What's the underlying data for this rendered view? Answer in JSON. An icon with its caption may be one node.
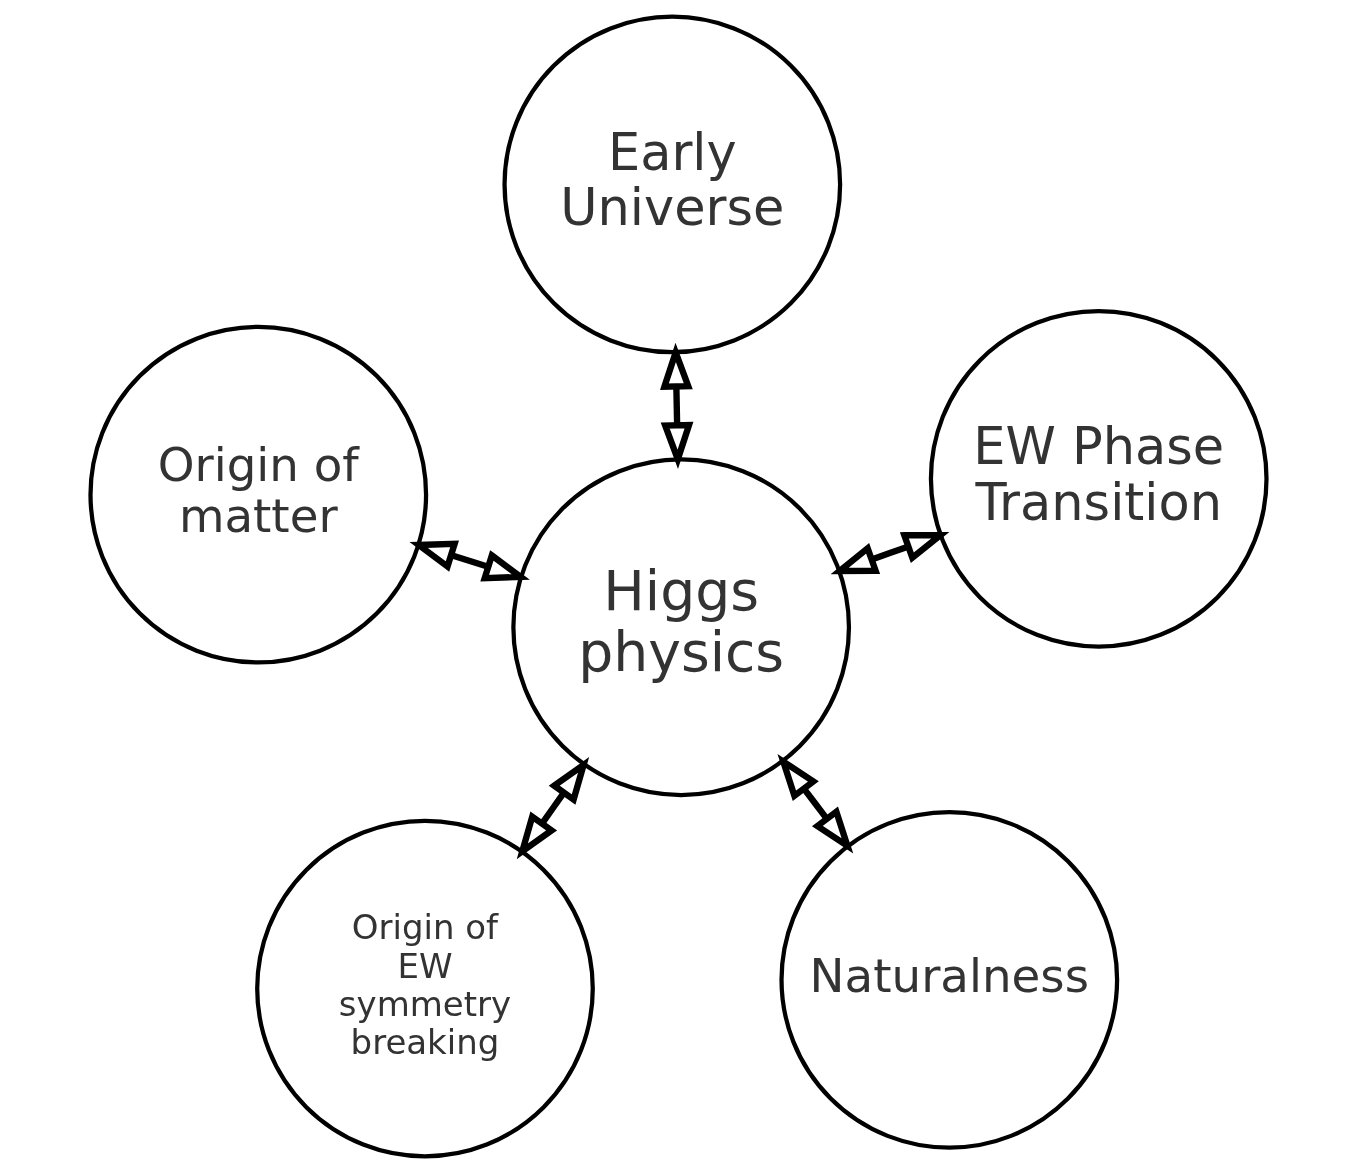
{
  "diagram": {
    "nodes": [
      {
        "text": [
          "Origin of EW symmetry breaking"
        ]
      },
      {
        "text": [
          "Naturalness"
        ]
      },
      {
        "text": [
          "Higgs physics"
        ]
      },
      {
        "text": [
          "Early Universe"
        ]
      },
      {
        "text": [
          "EW Phase Transition"
        ]
      },
      {
        "text": [
          "Origin of matter"
        ]
      }
    ],
    "edges": [
      {
        "from": 2,
        "to": 0,
        "arrow": "both"
      },
      {
        "from": 2,
        "to": 1,
        "arrow": "both"
      },
      {
        "from": 2,
        "to": 3,
        "arrow": "both"
      },
      {
        "from": 2,
        "to": 4,
        "arrow": "both"
      },
      {
        "from": 2,
        "to": 5,
        "arrow": "both"
      }
    ]
  }
}
